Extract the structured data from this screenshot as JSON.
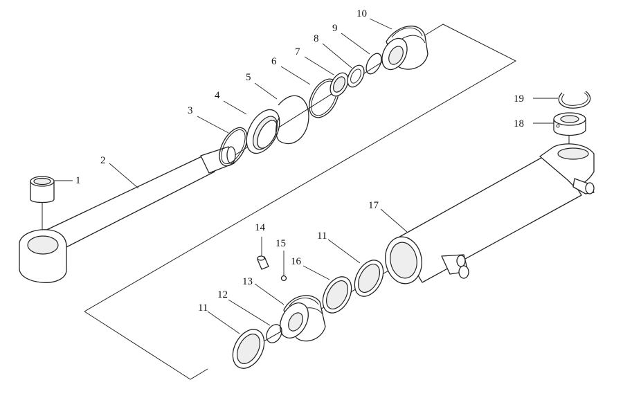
{
  "labels": {
    "p1": "1",
    "p2": "2",
    "p3": "3",
    "p4": "4",
    "p5": "5",
    "p6": "6",
    "p7": "7",
    "p8": "8",
    "p9": "9",
    "p10": "10",
    "p11a": "11",
    "p11b": "11",
    "p12": "12",
    "p13": "13",
    "p14": "14",
    "p15": "15",
    "p16": "16",
    "p17": "17",
    "p18": "18",
    "p19": "19"
  }
}
